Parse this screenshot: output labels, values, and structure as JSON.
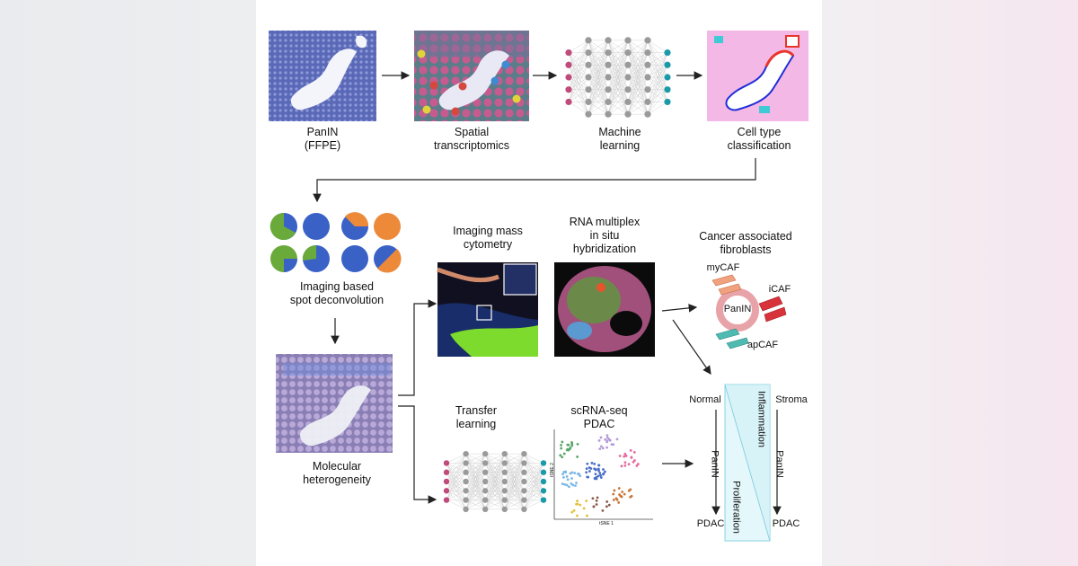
{
  "top_row": {
    "panin": [
      "PanIN",
      "(FFPE)"
    ],
    "spatial": [
      "Spatial",
      "transcriptomics"
    ],
    "ml": [
      "Machine",
      "learning"
    ],
    "celltype": [
      "Cell type",
      "classification"
    ]
  },
  "deconvolution": [
    "Imaging based",
    "spot deconvolution"
  ],
  "molecular": [
    "Molecular",
    "heterogeneity"
  ],
  "imc": [
    "Imaging mass",
    "cytometry"
  ],
  "rna": [
    "RNA multiplex",
    "in situ",
    "hybridization"
  ],
  "caf": {
    "title": [
      "Cancer associated",
      "fibroblasts"
    ],
    "mycaf": "myCAF",
    "icaf": "iCAF",
    "apcaf": "apCAF",
    "panin": "PanIN"
  },
  "transfer": [
    "Transfer",
    "learning"
  ],
  "scrna": [
    "scRNA-seq",
    "PDAC"
  ],
  "tsne_axis_y": "tSNE 2",
  "tsne_axis_x": "tSNE 1",
  "progression": {
    "normal": "Normal",
    "stroma": "Stroma",
    "panin_left": "PanIN",
    "panin_right": "PanIN",
    "pdac_left": "PDAC",
    "pdac_right": "PDAC",
    "inflammation": "Inflammation",
    "proliferation": "Proliferation"
  },
  "colors": {
    "pie_green": "#6aaa3a",
    "pie_blue": "#3a62c6",
    "pie_orange": "#ec8a3a"
  }
}
